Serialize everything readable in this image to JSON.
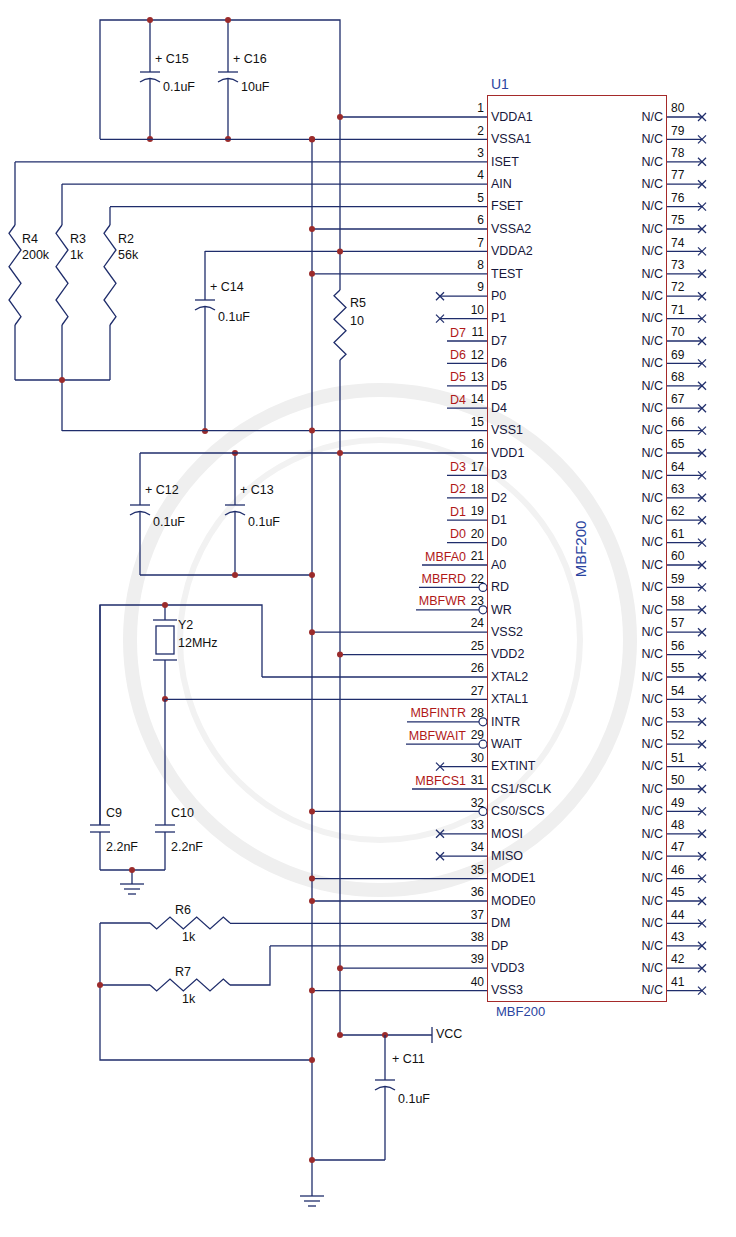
{
  "diagram": {
    "nodes": [
      {
        "text": [
          "U1",
          "MBF200",
          "MBF200"
        ]
      }
    ],
    "labels": [
      "1",
      "VDDA1",
      "2",
      "VSSA1",
      "3",
      "ISET",
      "4",
      "AIN",
      "5",
      "FSET",
      "6",
      "VSSA2",
      "7",
      "VDDA2",
      "8",
      "TEST",
      "9",
      "P0",
      "10",
      "P1",
      "11",
      "D7",
      "12",
      "D6",
      "13",
      "D5",
      "14",
      "D4",
      "15",
      "VSS1",
      "16",
      "VDD1",
      "17",
      "D3",
      "18",
      "D2",
      "19",
      "D1",
      "20",
      "D0",
      "21",
      "A0",
      "22",
      "RD",
      "23",
      "WR",
      "24",
      "VSS2",
      "25",
      "VDD2",
      "26",
      "XTAL2",
      "27",
      "XTAL1",
      "28",
      "INTR",
      "29",
      "WAIT",
      "30",
      "EXTINT",
      "31",
      "CS1/SCLK",
      "32",
      "CS0/SCS",
      "33",
      "MOSI",
      "34",
      "MISO",
      "35",
      "MODE1",
      "36",
      "MODE0",
      "37",
      "DM",
      "38",
      "DP",
      "39",
      "VDD3",
      "40",
      "VSS3",
      "80",
      "N/C",
      "79",
      "N/C",
      "78",
      "N/C",
      "77",
      "N/C",
      "76",
      "N/C",
      "75",
      "N/C",
      "74",
      "N/C",
      "73",
      "N/C",
      "72",
      "N/C",
      "71",
      "N/C",
      "70",
      "N/C",
      "69",
      "N/C",
      "68",
      "N/C",
      "67",
      "N/C",
      "66",
      "N/C",
      "65",
      "N/C",
      "64",
      "N/C",
      "63",
      "N/C",
      "62",
      "N/C",
      "61",
      "N/C",
      "60",
      "N/C",
      "59",
      "N/C",
      "58",
      "N/C",
      "57",
      "N/C",
      "56",
      "N/C",
      "55",
      "N/C",
      "54",
      "N/C",
      "53",
      "N/C",
      "52",
      "N/C",
      "51",
      "N/C",
      "50",
      "N/C",
      "49",
      "N/C",
      "48",
      "N/C",
      "47",
      "N/C",
      "46",
      "N/C",
      "45",
      "N/C",
      "44",
      "N/C",
      "43",
      "N/C",
      "42",
      "N/C",
      "41",
      "N/C",
      "D7",
      "D6",
      "D5",
      "D4",
      "D3",
      "D2",
      "D1",
      "D0",
      "MBFA0",
      "MBFRD",
      "MBFWR",
      "MBFINTR",
      "MBFWAIT",
      "MBFCS1",
      "+ C15",
      "0.1uF",
      "+ C16",
      "10uF",
      "R4",
      "200k",
      "R3",
      "1k",
      "R2",
      "56k",
      "+ C14",
      "0.1uF",
      "R5",
      "10",
      "+ C12",
      "0.1uF",
      "+ C13",
      "0.1uF",
      "Y2",
      "12MHz",
      "C9",
      "2.2nF",
      "C10",
      "2.2nF",
      "R6",
      "1k",
      "R7",
      "1k",
      "VCC",
      "+ C11",
      "0.1uF"
    ]
  }
}
